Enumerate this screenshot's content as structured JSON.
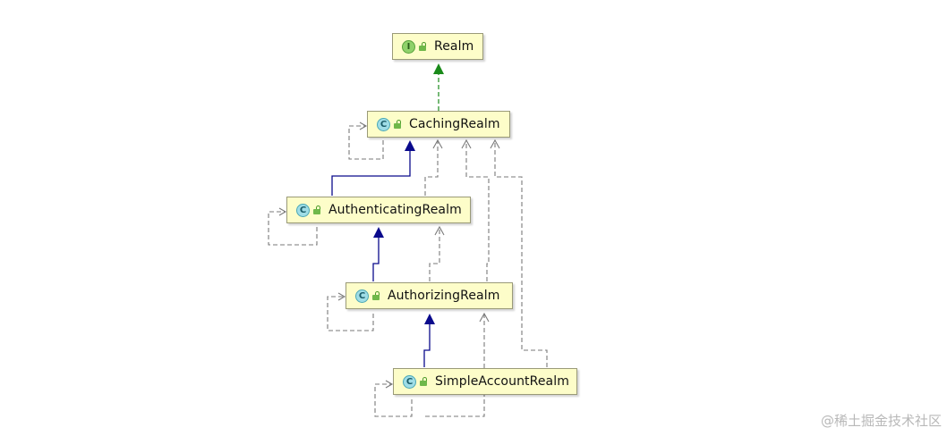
{
  "diagram": {
    "nodes": [
      {
        "id": "realm",
        "kind": "interface",
        "badge": "I",
        "label": "Realm"
      },
      {
        "id": "caching-realm",
        "kind": "abstract-class",
        "badge": "C",
        "label": "CachingRealm"
      },
      {
        "id": "authenticating-realm",
        "kind": "abstract-class",
        "badge": "C",
        "label": "AuthenticatingRealm"
      },
      {
        "id": "authorizing-realm",
        "kind": "abstract-class",
        "badge": "C",
        "label": "AuthorizingRealm"
      },
      {
        "id": "simple-account-realm",
        "kind": "class",
        "badge": "C",
        "label": "SimpleAccountRealm"
      }
    ],
    "edges": [
      {
        "from": "caching-realm",
        "to": "realm",
        "type": "implements"
      },
      {
        "from": "authenticating-realm",
        "to": "caching-realm",
        "type": "extends"
      },
      {
        "from": "authorizing-realm",
        "to": "authenticating-realm",
        "type": "extends"
      },
      {
        "from": "simple-account-realm",
        "to": "authorizing-realm",
        "type": "extends"
      },
      {
        "from": "caching-realm",
        "to": "caching-realm",
        "type": "implements-self"
      },
      {
        "from": "authenticating-realm",
        "to": "authenticating-realm",
        "type": "implements-self"
      },
      {
        "from": "authorizing-realm",
        "to": "authorizing-realm",
        "type": "implements-self"
      },
      {
        "from": "simple-account-realm",
        "to": "simple-account-realm",
        "type": "implements-self"
      },
      {
        "from": "authenticating-realm",
        "to": "caching-realm",
        "type": "implements"
      },
      {
        "from": "authorizing-realm",
        "to": "caching-realm",
        "type": "implements"
      },
      {
        "from": "authorizing-realm",
        "to": "authenticating-realm",
        "type": "implements"
      },
      {
        "from": "simple-account-realm",
        "to": "caching-realm",
        "type": "implements"
      },
      {
        "from": "simple-account-realm",
        "to": "authorizing-realm",
        "type": "implements"
      }
    ],
    "colors": {
      "node_fill": "#fdfdc9",
      "extends_line": "#0a0a8c",
      "implements_line": "#7a7a7a",
      "interface_arrow": "#1a8a1a"
    }
  },
  "watermark": "@稀土掘金技术社区"
}
